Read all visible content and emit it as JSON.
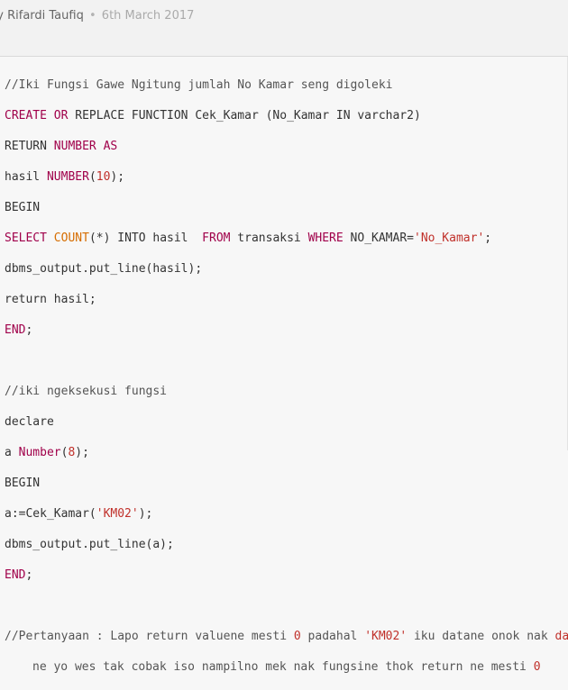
{
  "post": {
    "by": "by",
    "author": "Rifardi Taufiq",
    "separator": "•",
    "date": "6th March 2017"
  },
  "code": {
    "l1": "//Iki Fungsi Gawe Ngitung jumlah No Kamar seng digoleki",
    "l2_kw1": "CREATE",
    "l2_kw2": "OR",
    "l2_rest": " REPLACE FUNCTION Cek_Kamar (No_Kamar IN varchar2)",
    "l3_a": "RETURN ",
    "l3_kw1": "NUMBER",
    "l3_kw2": "AS",
    "l4_a": "hasil ",
    "l4_kw": "NUMBER",
    "l4_b": "(",
    "l4_num": "10",
    "l4_c": ");",
    "l5": "BEGIN",
    "l6_kw1": "SELECT",
    "l6_fn": "COUNT",
    "l6_a": "(*) INTO hasil  ",
    "l6_kw2": "FROM",
    "l6_b": " transaksi ",
    "l6_kw3": "WHERE",
    "l6_c": " NO_KAMAR=",
    "l6_str": "'No_Kamar'",
    "l6_d": ";",
    "l7": "dbms_output.put_line(hasil);",
    "l8": "return hasil;",
    "l9_kw": "END",
    "l9_a": ";",
    "l11": "//iki ngeksekusi fungsi",
    "l12": "declare",
    "l13_a": "a ",
    "l13_kw": "Number",
    "l13_b": "(",
    "l13_num": "8",
    "l13_c": ");",
    "l14": "BEGIN",
    "l15_a": "a:=Cek_Kamar(",
    "l15_str": "'KM02'",
    "l15_b": ");",
    "l16": "dbms_output.put_line(a);",
    "l17_kw": "END",
    "l17_a": ";",
    "l19_a": "//Pertanyaan : Lapo return valuene mesti ",
    "l19_num": "0",
    "l19_b": " padahal ",
    "l19_str": "'KM02'",
    "l19_c": " iku datane onok nak ",
    "l19_d": "da",
    "l20_a": "ne yo wes tak cobak iso nampilno mek nak fungsine thok return ne mesti ",
    "l20_num": "0"
  }
}
